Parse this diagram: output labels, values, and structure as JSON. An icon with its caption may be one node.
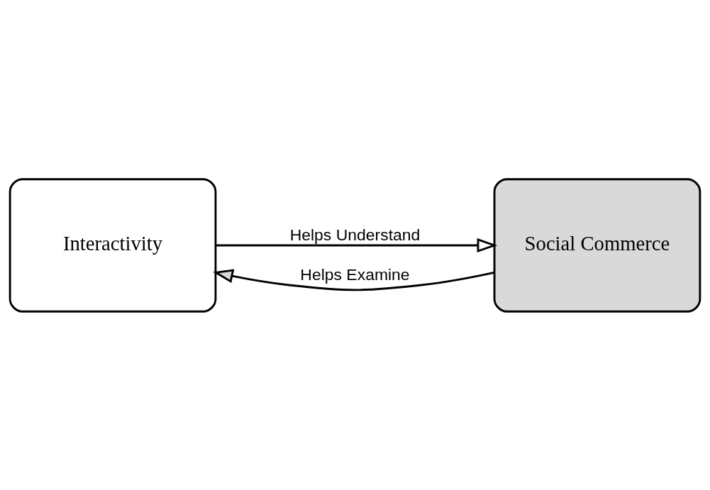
{
  "diagram": {
    "nodes": [
      {
        "text": [
          "Interactivity"
        ]
      },
      {
        "text": [
          "Social Commerce"
        ]
      }
    ],
    "edges": [
      {
        "from": 0,
        "to": 1,
        "arrow": "to",
        "label": "Helps Understand"
      },
      {
        "from": 1,
        "to": 0,
        "arrow": "to",
        "label": "Helps Examine"
      }
    ]
  }
}
